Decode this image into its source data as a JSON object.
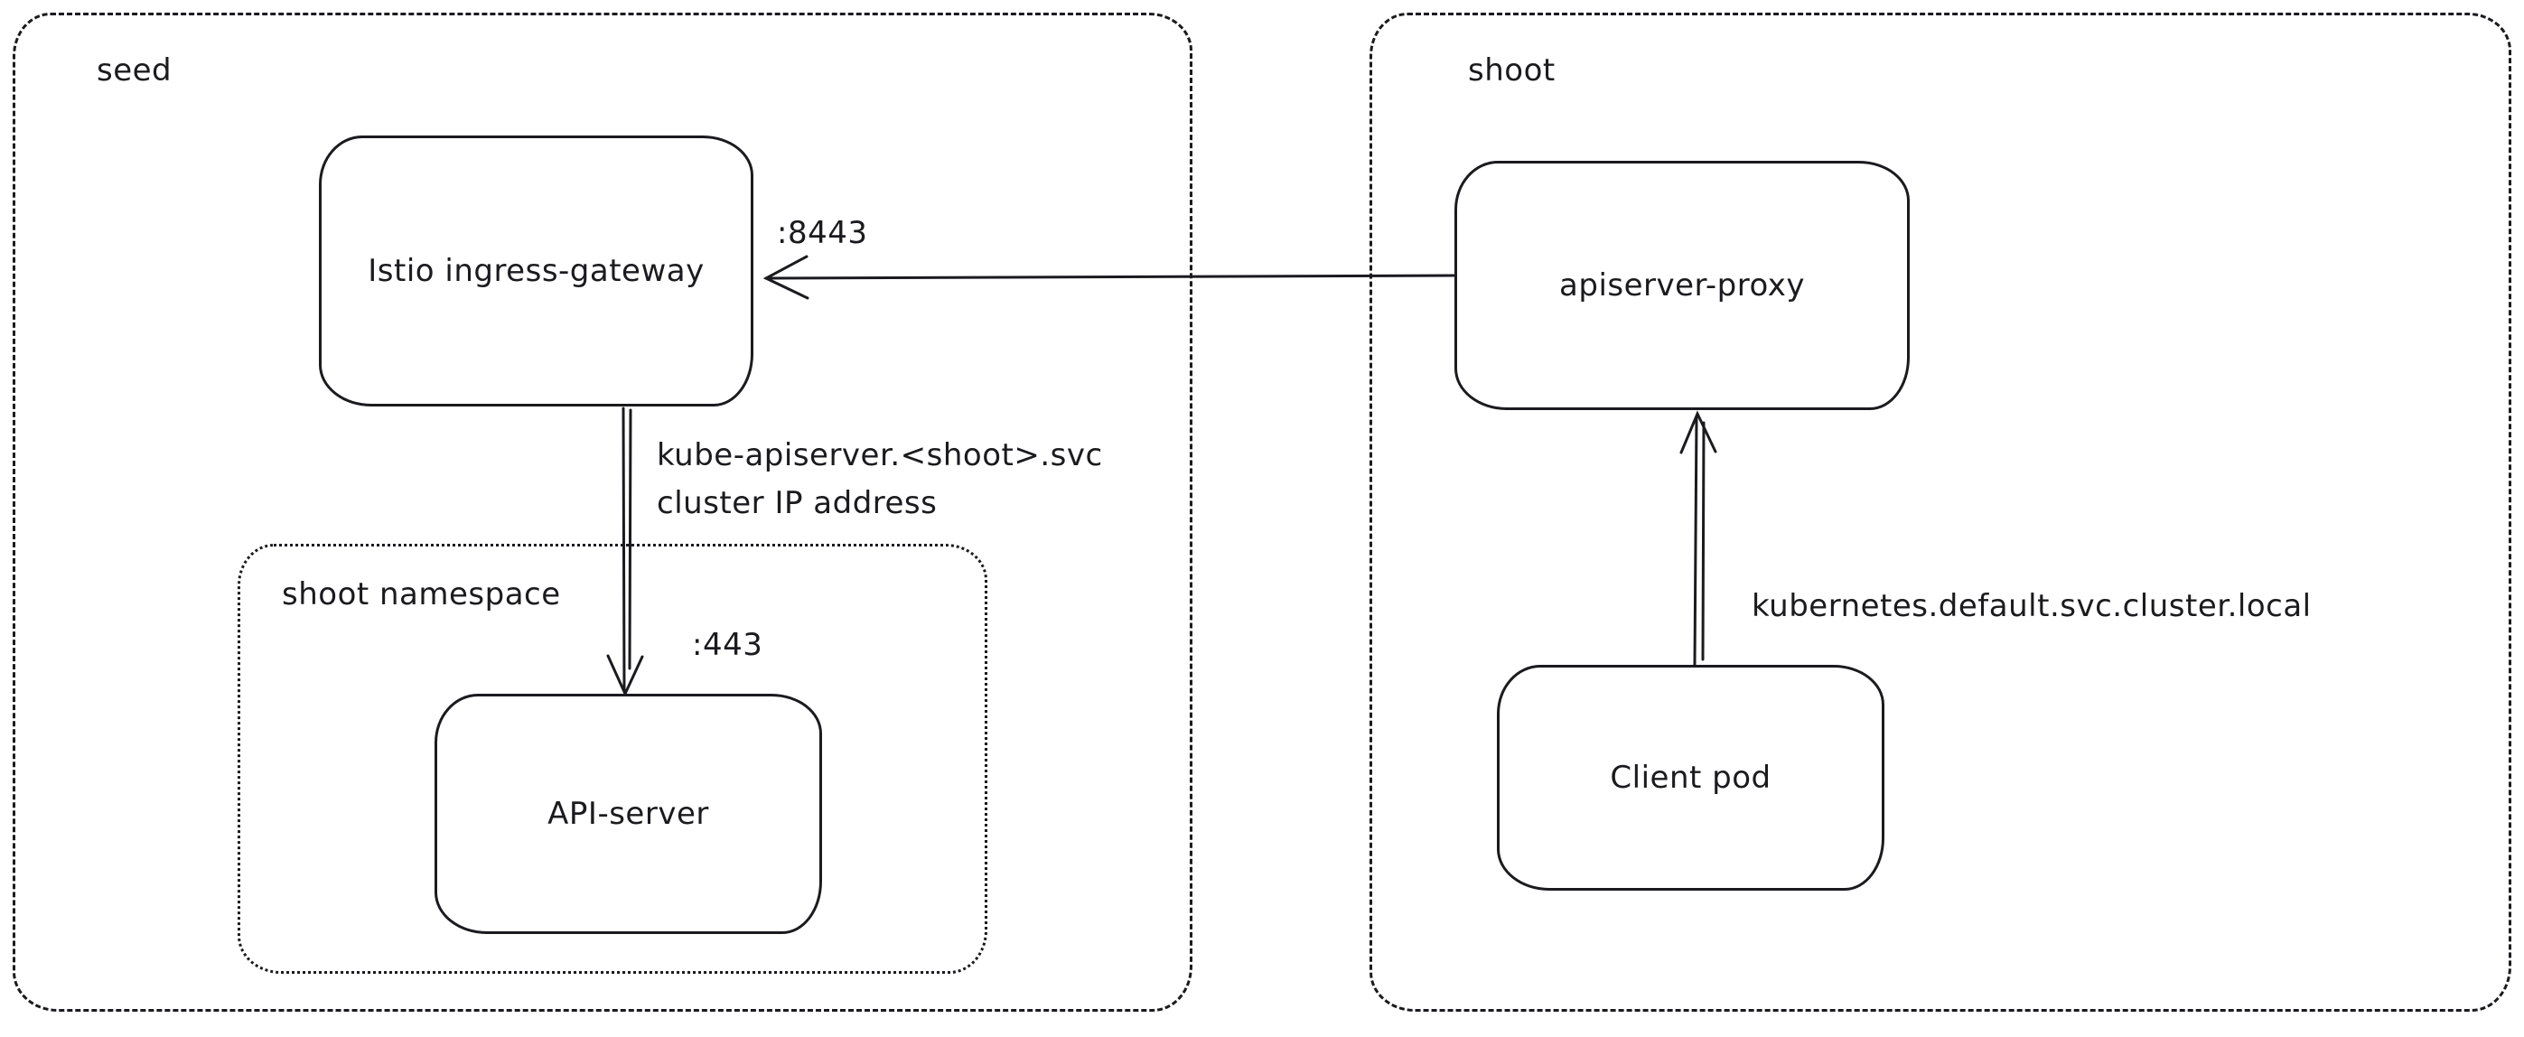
{
  "diagram": {
    "title": "seed-shoot apiserver-proxy connectivity diagram",
    "colors": {
      "stroke": "#1b1b1f",
      "background": "#ffffff"
    },
    "containers": {
      "seed": {
        "label": "seed"
      },
      "shoot": {
        "label": "shoot"
      },
      "shoot_namespace": {
        "label": "shoot namespace"
      }
    },
    "nodes": {
      "istio_ingress_gateway": {
        "label": "Istio ingress-gateway"
      },
      "apiserver_proxy": {
        "label": "apiserver-proxy"
      },
      "api_server": {
        "label": "API-server"
      },
      "client_pod": {
        "label": "Client pod"
      }
    },
    "edges": {
      "proxy_to_istio": {
        "port": ":8443"
      },
      "istio_to_api_server": {
        "line1": "kube-apiserver.<shoot>.svc",
        "line2": "cluster IP address",
        "port": ":443"
      },
      "client_to_proxy": {
        "dns": "kubernetes.default.svc.cluster.local"
      }
    }
  }
}
